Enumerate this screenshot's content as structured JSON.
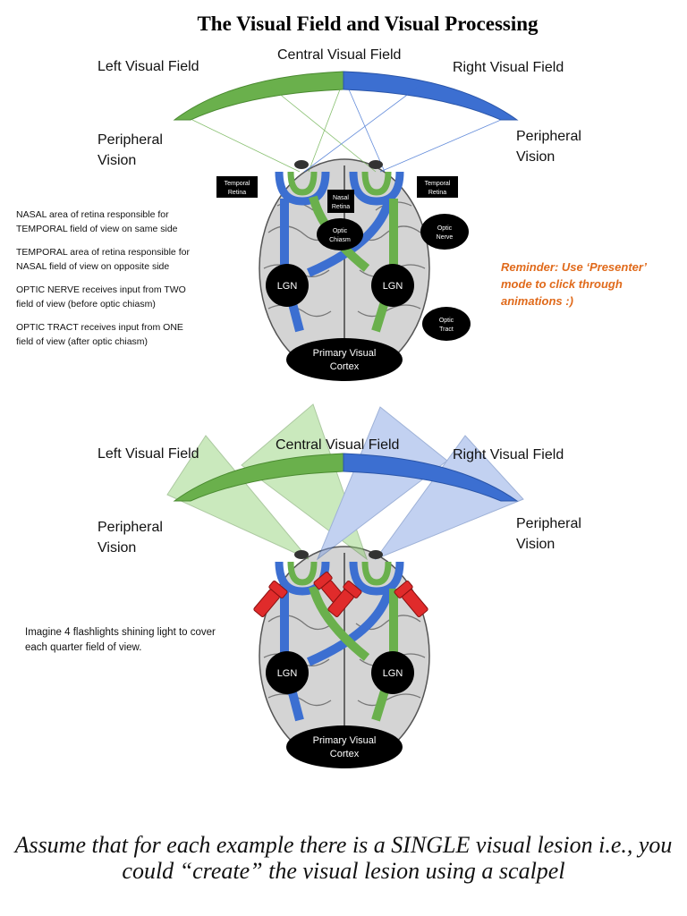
{
  "title": "The Visual Field and Visual Processing",
  "labels": {
    "left_visual_field": "Left Visual Field",
    "central_visual_field": "Central Visual Field",
    "right_visual_field": "Right Visual Field",
    "peripheral_vision_line1": "Peripheral",
    "peripheral_vision_line2": "Vision",
    "temporal_retina_line1": "Temporal",
    "temporal_retina_line2": "Retina",
    "nasal_retina_line1": "Nasal",
    "nasal_retina_line2": "Retina",
    "optic_chiasm_line1": "Optic",
    "optic_chiasm_line2": "Chiasm",
    "optic_nerve_line1": "Optic",
    "optic_nerve_line2": "Nerve",
    "optic_tract_line1": "Optic",
    "optic_tract_line2": "Tract",
    "lgn": "LGN",
    "primary_visual_line1": "Primary Visual",
    "primary_visual_line2": "Cortex"
  },
  "notes": [
    "NASAL area of retina responsible for TEMPORAL field of view on same side",
    "TEMPORAL area of retina responsible for NASAL field of view on opposite side",
    "OPTIC NERVE receives input from TWO field of view (before optic chiasm)",
    "OPTIC TRACT receives input from ONE field of view (after optic chiasm)"
  ],
  "reminder": "Reminder: Use ‘Presenter’ mode to click through animations :)",
  "flashlight_note": "Imagine 4 flashlights shining light to cover each quarter field of view.",
  "bottom_text": "Assume that for each example there is a SINGLE visual lesion i.e., you could “create” the visual lesion using a scalpel",
  "colors": {
    "green": "#6ab04c",
    "blue": "#3c6fd1",
    "orange": "#e06a1b",
    "flashlight": "#e02b2b",
    "black": "#000000"
  }
}
